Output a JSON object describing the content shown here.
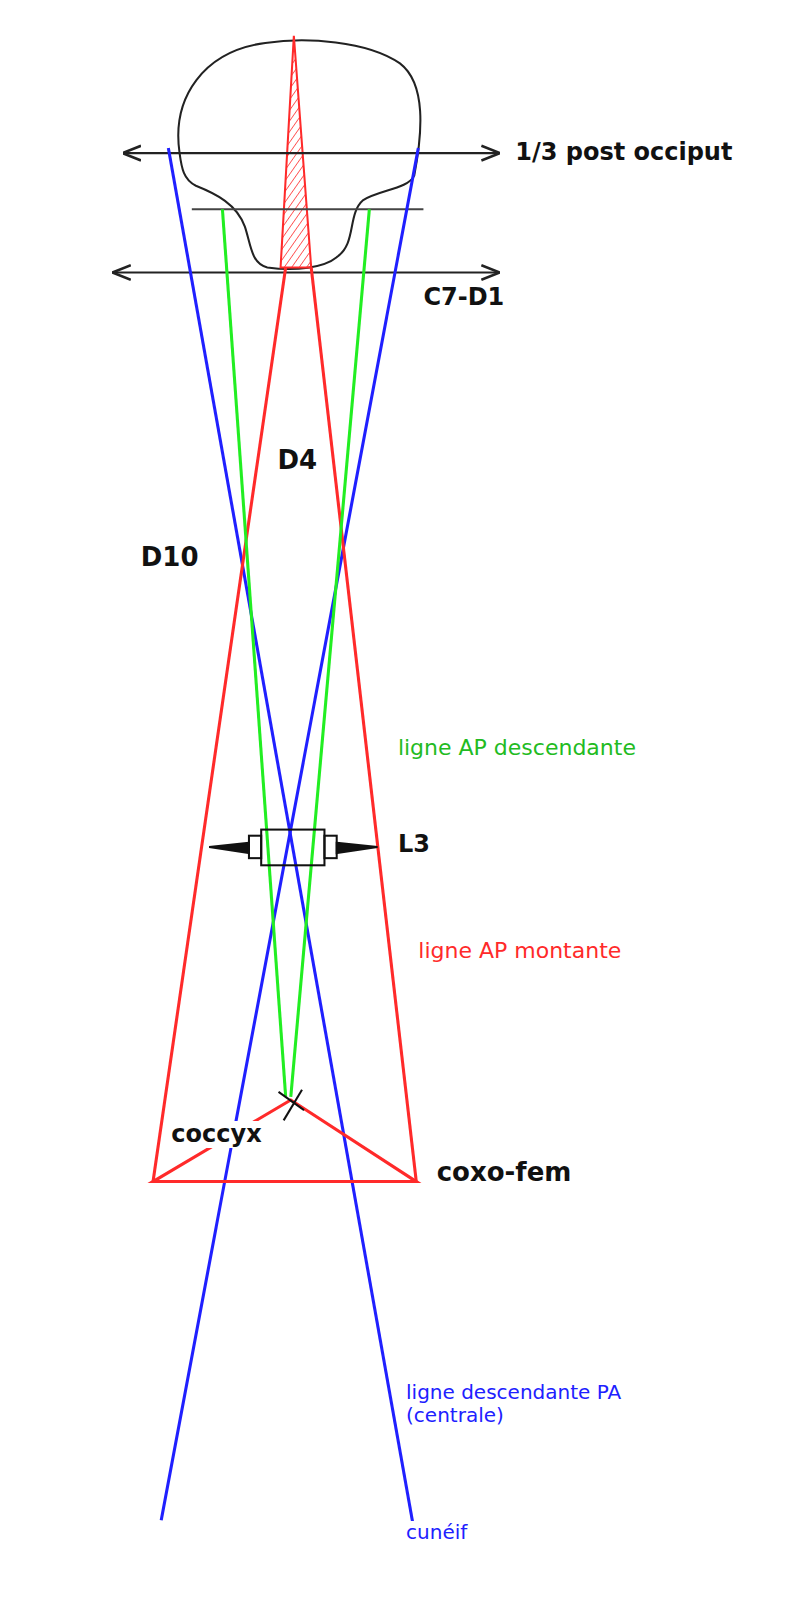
{
  "diagram": {
    "labels": [
      "1/3 post occiput",
      "C7-D1",
      "D4",
      "D10",
      "ligne AP descendante",
      "L3",
      "ligne AP montante",
      "coccyx",
      "coxo-fem",
      "ligne descendante PA (centrale)",
      "cunéif"
    ]
  }
}
